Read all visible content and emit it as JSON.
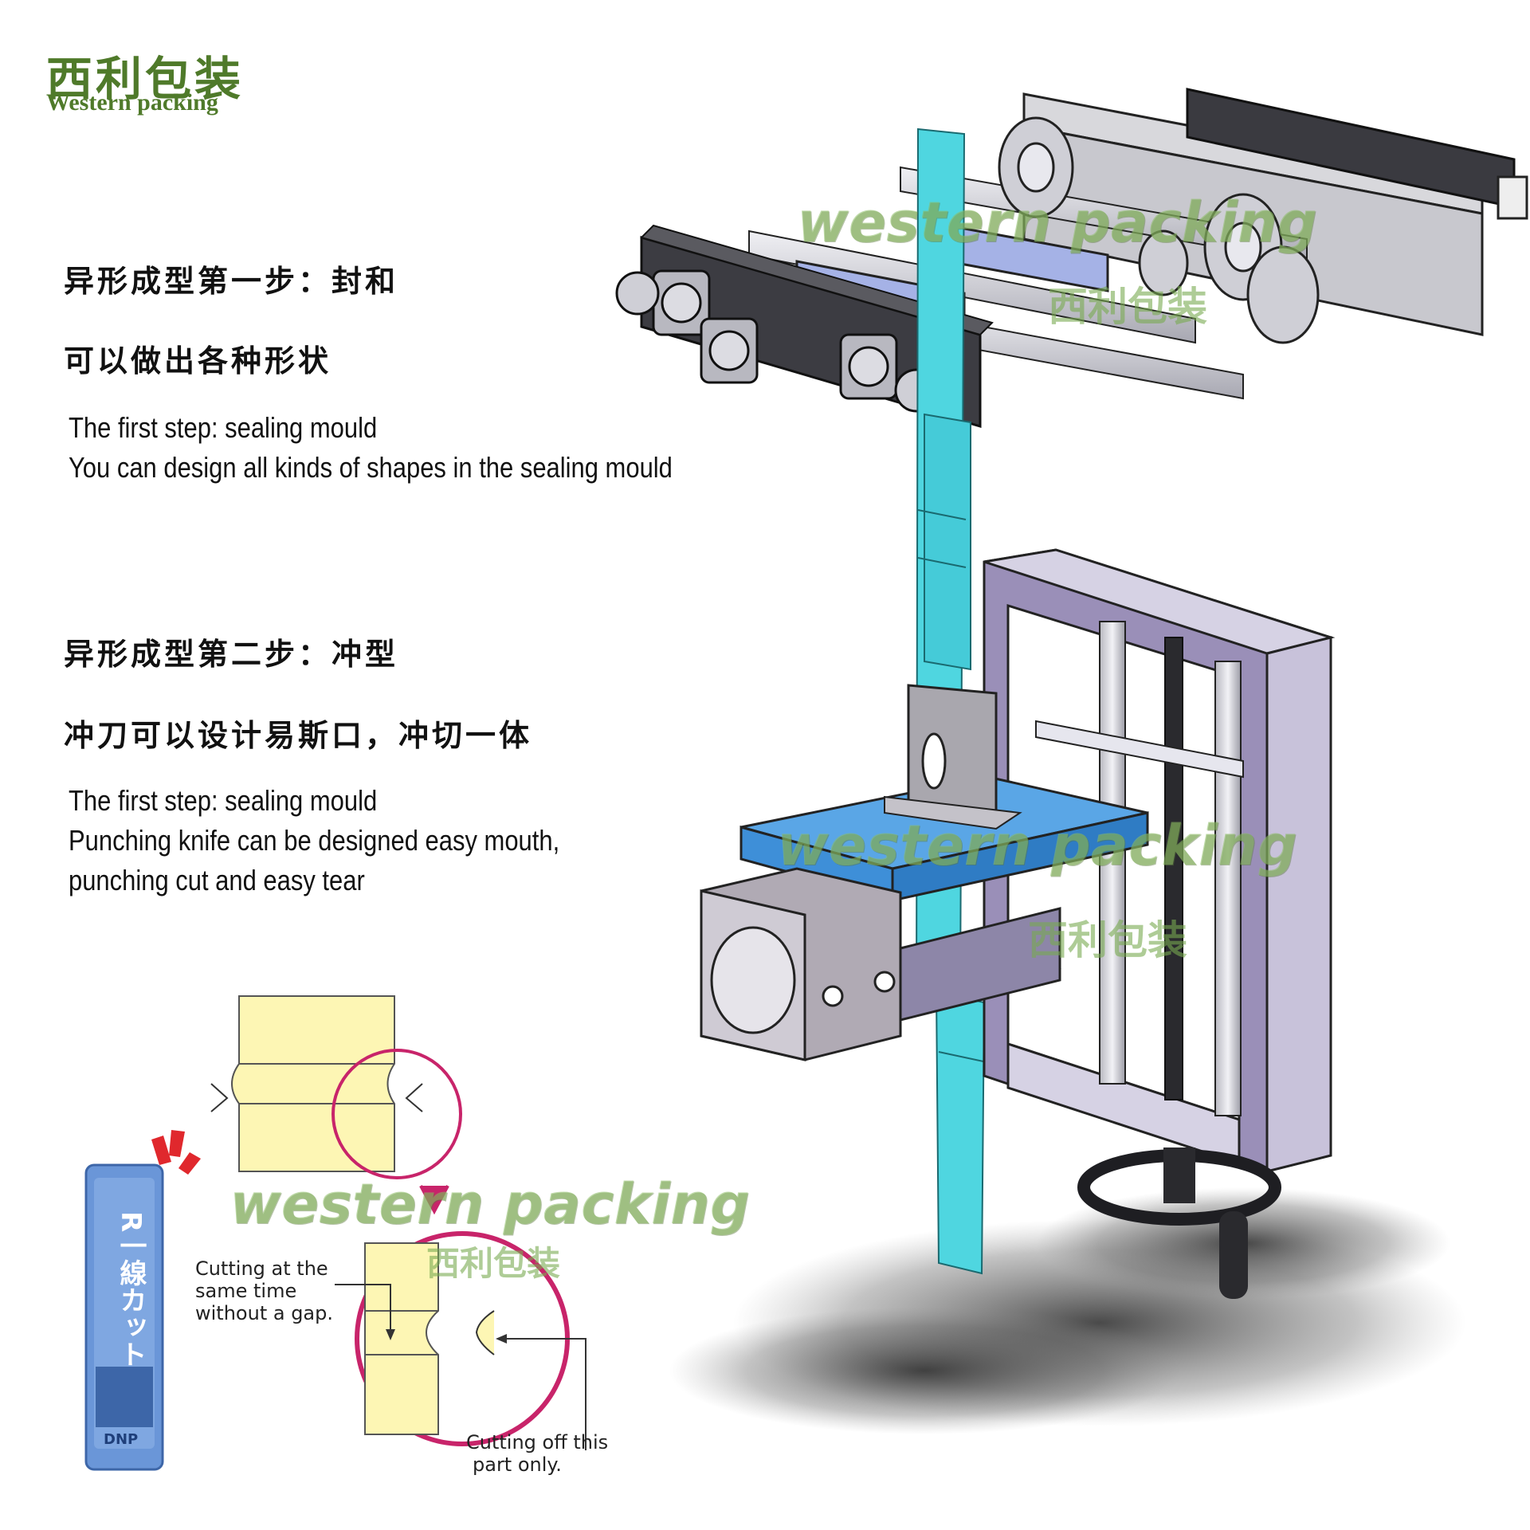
{
  "logo": {
    "cn": "西利包装",
    "en": "Western packing"
  },
  "step1": {
    "title_cn": "异形成型第一步：封和",
    "subtitle_cn": "可以做出各种形状",
    "en_line1": "The first step: sealing  mould",
    "en_line2": "You can design all kinds of shapes in the sealing mould"
  },
  "step2": {
    "title_cn": "异形成型第二步：冲型",
    "subtitle_cn": "冲刀可以设计易斯口，冲切一体",
    "en_line1": "The first step: sealing  mould",
    "en_line2": "Punching knife can be designed easy mouth,",
    "en_line3": "punching cut and easy tear"
  },
  "diagram": {
    "note1_line1": "Cutting at the",
    "note1_line2": "same time",
    "note1_line3": "without a gap.",
    "note2_line1": "Cutting off this",
    "note2_line2": "part only."
  },
  "packet": {
    "label": "R一線カット",
    "brand": "DNP"
  },
  "watermark": {
    "en": "western packing",
    "cn": "西利包装"
  },
  "colors": {
    "brand_green": "#4f7a2a",
    "film_cyan": "#4fd6e0",
    "plate_blue": "#3e8fd8",
    "frame_violet": "#9a8fb8",
    "pouch_yellow": "#fdf6b4",
    "circle_magenta": "#c8246a"
  }
}
